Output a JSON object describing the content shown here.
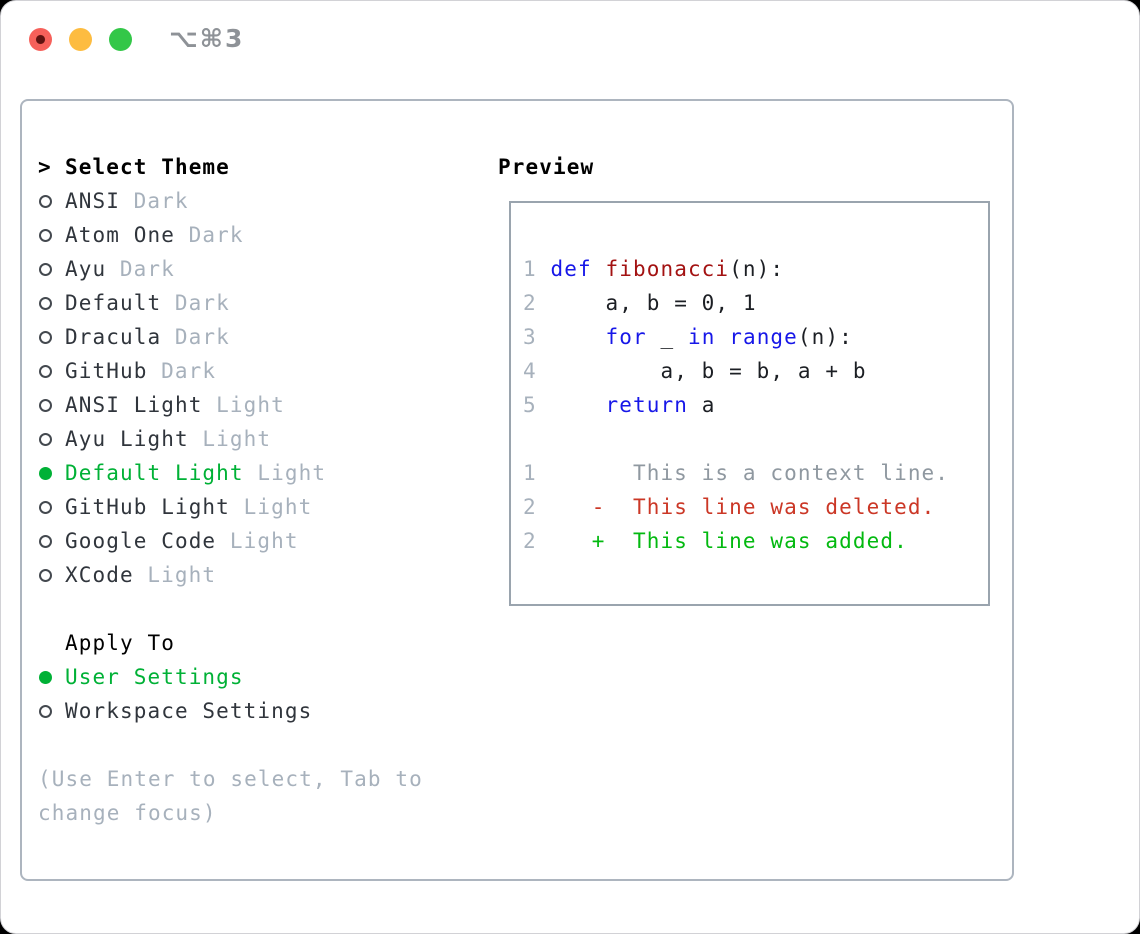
{
  "titlebar": {
    "title": "⌥⌘3",
    "buttons": [
      {
        "name": "close"
      },
      {
        "name": "minimize"
      },
      {
        "name": "zoom"
      }
    ]
  },
  "theme_section": {
    "cursor": ">",
    "header": "Select Theme",
    "items": [
      {
        "name": "ANSI",
        "variant": "Dark",
        "selected": false
      },
      {
        "name": "Atom One",
        "variant": "Dark",
        "selected": false
      },
      {
        "name": "Ayu",
        "variant": "Dark",
        "selected": false
      },
      {
        "name": "Default",
        "variant": "Dark",
        "selected": false
      },
      {
        "name": "Dracula",
        "variant": "Dark",
        "selected": false
      },
      {
        "name": "GitHub",
        "variant": "Dark",
        "selected": false
      },
      {
        "name": "ANSI Light",
        "variant": "Light",
        "selected": false
      },
      {
        "name": "Ayu Light",
        "variant": "Light",
        "selected": false
      },
      {
        "name": "Default Light",
        "variant": "Light",
        "selected": true
      },
      {
        "name": "GitHub Light",
        "variant": "Light",
        "selected": false
      },
      {
        "name": "Google Code",
        "variant": "Light",
        "selected": false
      },
      {
        "name": "XCode",
        "variant": "Light",
        "selected": false
      }
    ]
  },
  "apply_section": {
    "header": "Apply To",
    "options": [
      {
        "name": "User Settings",
        "selected": true
      },
      {
        "name": "Workspace Settings",
        "selected": false
      }
    ]
  },
  "hint_lines": [
    "(Use Enter to select, Tab to",
    "change focus)"
  ],
  "preview": {
    "header": "Preview",
    "lines": [
      {
        "segments": [
          {
            "t": "1 ",
            "c": "num"
          },
          {
            "t": "def",
            "c": "kw"
          },
          {
            "t": " ",
            "c": "plain"
          },
          {
            "t": "fibonacci",
            "c": "fn"
          },
          {
            "t": "(n):",
            "c": "plain"
          }
        ]
      },
      {
        "segments": [
          {
            "t": "2 ",
            "c": "num"
          },
          {
            "t": "    a, b = 0, 1",
            "c": "plain"
          }
        ]
      },
      {
        "segments": [
          {
            "t": "3 ",
            "c": "num"
          },
          {
            "t": "    ",
            "c": "plain"
          },
          {
            "t": "for",
            "c": "kw"
          },
          {
            "t": " _ ",
            "c": "plain"
          },
          {
            "t": "in",
            "c": "kw"
          },
          {
            "t": " ",
            "c": "plain"
          },
          {
            "t": "range",
            "c": "kw"
          },
          {
            "t": "(n):",
            "c": "plain"
          }
        ]
      },
      {
        "segments": [
          {
            "t": "4 ",
            "c": "num"
          },
          {
            "t": "        a, b = b, a + b",
            "c": "plain"
          }
        ]
      },
      {
        "segments": [
          {
            "t": "5 ",
            "c": "num"
          },
          {
            "t": "    ",
            "c": "plain"
          },
          {
            "t": "return",
            "c": "kw"
          },
          {
            "t": " a",
            "c": "plain"
          }
        ]
      },
      {
        "segments": []
      },
      {
        "segments": [
          {
            "t": "1",
            "c": "num"
          },
          {
            "t": "       ",
            "c": "plain"
          },
          {
            "t": "This is a context line.",
            "c": "context"
          }
        ]
      },
      {
        "segments": [
          {
            "t": "2",
            "c": "num"
          },
          {
            "t": "    ",
            "c": "plain"
          },
          {
            "t": "-  This line was deleted.",
            "c": "del"
          }
        ]
      },
      {
        "segments": [
          {
            "t": "2",
            "c": "num"
          },
          {
            "t": "    ",
            "c": "plain"
          },
          {
            "t": "+  This line was added.",
            "c": "add"
          }
        ]
      }
    ]
  },
  "colors": {
    "selection_green": "#00b136",
    "added_green": "#03b910",
    "deleted_red": "#cb3726",
    "keyword_blue": "#1717e8",
    "function_red": "#a31212",
    "muted_gray": "#a7b1bc",
    "context_gray": "#8f98a0",
    "traffic_close": "#f6605a",
    "traffic_minimize": "#fdbc40",
    "traffic_zoom": "#33c748"
  }
}
